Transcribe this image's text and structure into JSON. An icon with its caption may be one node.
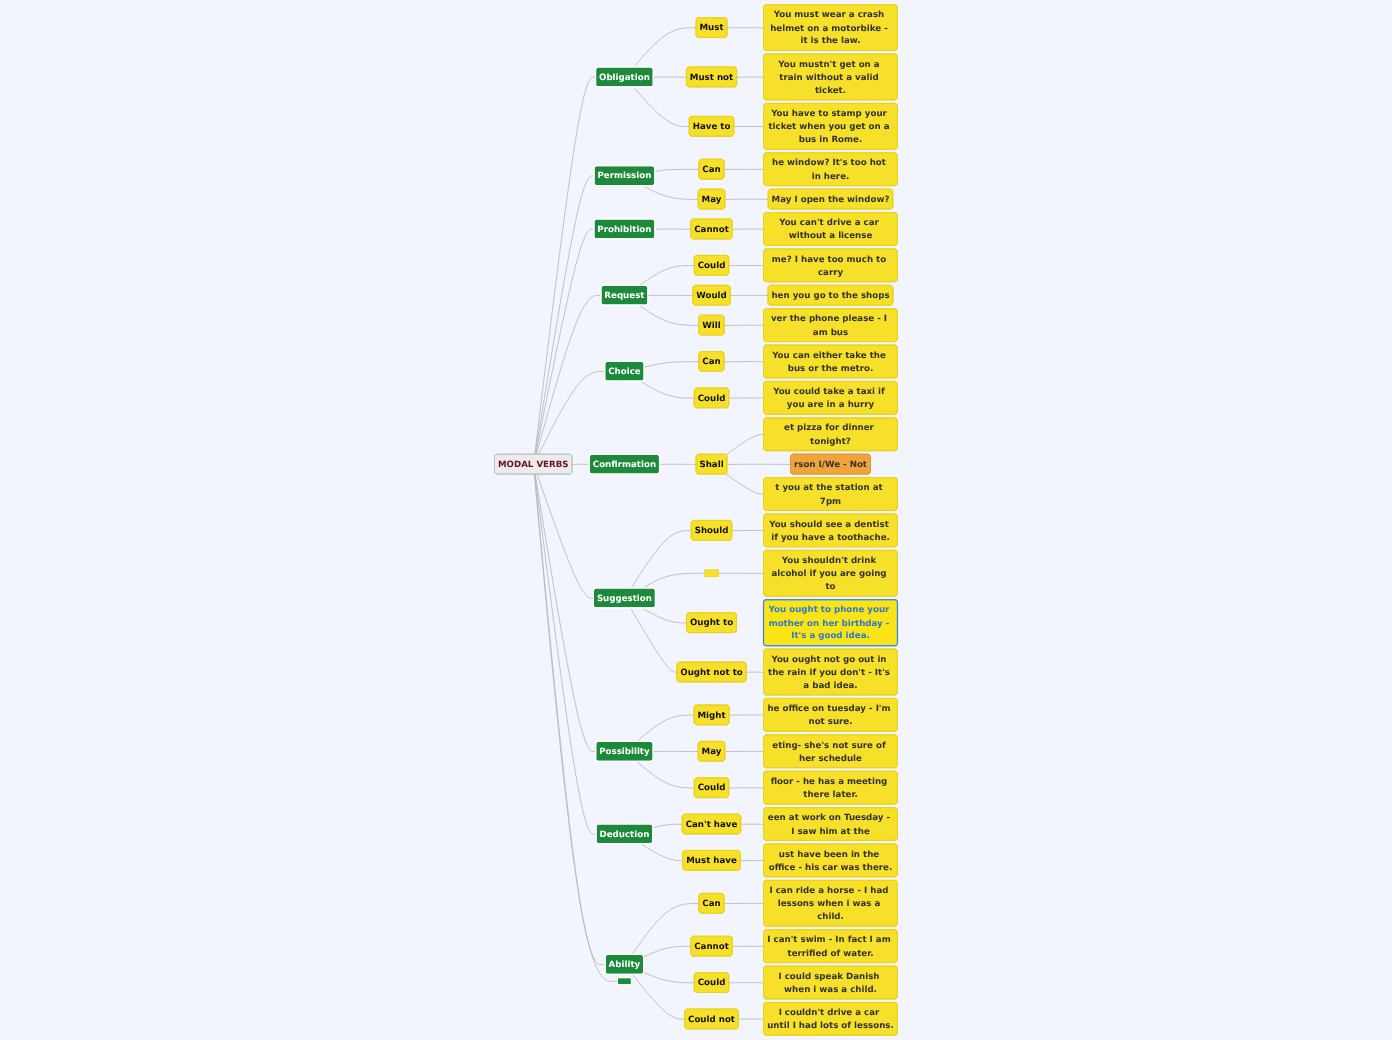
{
  "diagram": {
    "nodes": [
      {
        "text": [
          "MODAL VERBS"
        ]
      },
      {
        "text": [
          "Obligation"
        ]
      },
      {
        "text": [
          "Must"
        ]
      },
      {
        "text": [
          "You must wear a crash helmet on a motorbike - it is the law."
        ]
      },
      {
        "text": [
          "Must not"
        ]
      },
      {
        "text": [
          "You mustn't get on a train without a valid ticket."
        ]
      },
      {
        "text": [
          "Have to"
        ]
      },
      {
        "text": [
          "You have to stamp your ticket when you get on a bus in Rome."
        ]
      },
      {
        "text": [
          "Permission"
        ]
      },
      {
        "text": [
          "Can"
        ]
      },
      {
        "text": [
          "he window? It's too hot in here."
        ]
      },
      {
        "text": [
          "May"
        ]
      },
      {
        "text": [
          "May I open the window?"
        ]
      },
      {
        "text": [
          "Prohibition"
        ]
      },
      {
        "text": [
          "Cannot"
        ]
      },
      {
        "text": [
          "You can't drive a car without a license"
        ]
      },
      {
        "text": [
          "Request"
        ]
      },
      {
        "text": [
          "Could"
        ]
      },
      {
        "text": [
          "me? I have too much to carry"
        ]
      },
      {
        "text": [
          "Would"
        ]
      },
      {
        "text": [
          "hen you go to the shops"
        ]
      },
      {
        "text": [
          "Will"
        ]
      },
      {
        "text": [
          "ver the phone please - I am bus"
        ]
      },
      {
        "text": [
          "Choice"
        ]
      },
      {
        "text": [
          "Can"
        ]
      },
      {
        "text": [
          "You can either take the bus or the metro."
        ]
      },
      {
        "text": [
          "Could"
        ]
      },
      {
        "text": [
          "You could take a taxi if you are in a hurry"
        ]
      },
      {
        "text": [
          "Confirmation"
        ]
      },
      {
        "text": [
          "Shall"
        ]
      },
      {
        "text": [
          "et pizza for dinner tonight?"
        ]
      },
      {
        "text": [
          "rson I/We - Not"
        ]
      },
      {
        "text": [
          "t you at the station at 7pm"
        ]
      },
      {
        "text": [
          "Suggestion"
        ]
      },
      {
        "text": [
          "Should"
        ]
      },
      {
        "text": [
          "You should see a dentist if you have a toothache."
        ]
      },
      {
        "text": [],
        "shape": "box"
      },
      {
        "text": [
          "You shouldn't drink alcohol if you are going to"
        ]
      },
      {
        "text": [
          "Ought to"
        ]
      },
      {
        "text": [
          "Ought not to"
        ]
      },
      {
        "text": [
          "You ought not go out in the rain if you don't - It's a bad idea."
        ]
      },
      {
        "text": [
          "You ought to phone your mother on her birthday - It's a good idea."
        ]
      },
      {
        "text": [
          "Possibility"
        ]
      },
      {
        "text": [
          "Might"
        ]
      },
      {
        "text": [
          "he office on tuesday - I'm not sure."
        ]
      },
      {
        "text": [
          "May"
        ]
      },
      {
        "text": [
          "eting- she's not sure of her schedule"
        ]
      },
      {
        "text": [
          "Could"
        ]
      },
      {
        "text": [
          "floor - he has a meeting there later."
        ]
      },
      {
        "text": [
          "Deduction"
        ]
      },
      {
        "text": [
          "Can't have"
        ]
      },
      {
        "text": [
          "een at work on Tuesday - I saw him at the"
        ]
      },
      {
        "text": [
          "Must have"
        ]
      },
      {
        "text": [
          "ust have been in the office - his car was there."
        ]
      },
      {
        "text": [
          "Ability"
        ]
      },
      {
        "text": [
          "Can"
        ]
      },
      {
        "text": [
          "I can ride a horse - I had lessons when i was a child."
        ]
      },
      {
        "text": [
          "Cannot"
        ]
      },
      {
        "text": [
          "I can't swim - In fact I am terrified of water."
        ]
      },
      {
        "text": [
          "Could"
        ]
      },
      {
        "text": [
          "I could speak Danish when i was a child."
        ]
      },
      {
        "text": [
          "Could not"
        ]
      },
      {
        "text": [
          "I couldn't drive a car until I had lots of lessons."
        ]
      },
      {
        "text": [],
        "shape": "box"
      }
    ],
    "edges": [
      {
        "from": 0,
        "to": 1,
        "arrow": "none"
      },
      {
        "from": 1,
        "to": 2,
        "arrow": "none"
      },
      {
        "from": 2,
        "to": 3,
        "arrow": "none"
      },
      {
        "from": 1,
        "to": 4,
        "arrow": "none"
      },
      {
        "from": 4,
        "to": 5,
        "arrow": "none"
      },
      {
        "from": 1,
        "to": 6,
        "arrow": "none"
      },
      {
        "from": 6,
        "to": 7,
        "arrow": "none"
      },
      {
        "from": 0,
        "to": 8,
        "arrow": "none"
      },
      {
        "from": 8,
        "to": 9,
        "arrow": "none"
      },
      {
        "from": 9,
        "to": 10,
        "arrow": "none"
      },
      {
        "from": 8,
        "to": 11,
        "arrow": "none"
      },
      {
        "from": 11,
        "to": 12,
        "arrow": "none"
      },
      {
        "from": 0,
        "to": 13,
        "arrow": "none"
      },
      {
        "from": 13,
        "to": 14,
        "arrow": "none"
      },
      {
        "from": 14,
        "to": 15,
        "arrow": "none"
      },
      {
        "from": 0,
        "to": 16,
        "arrow": "none"
      },
      {
        "from": 16,
        "to": 17,
        "arrow": "none"
      },
      {
        "from": 17,
        "to": 18,
        "arrow": "none"
      },
      {
        "from": 16,
        "to": 19,
        "arrow": "none"
      },
      {
        "from": 19,
        "to": 20,
        "arrow": "none"
      },
      {
        "from": 16,
        "to": 21,
        "arrow": "none"
      },
      {
        "from": 21,
        "to": 22,
        "arrow": "none"
      },
      {
        "from": 0,
        "to": 23,
        "arrow": "none"
      },
      {
        "from": 23,
        "to": 24,
        "arrow": "none"
      },
      {
        "from": 24,
        "to": 25,
        "arrow": "none"
      },
      {
        "from": 23,
        "to": 26,
        "arrow": "none"
      },
      {
        "from": 26,
        "to": 27,
        "arrow": "none"
      },
      {
        "from": 0,
        "to": 28,
        "arrow": "none"
      },
      {
        "from": 28,
        "to": 29,
        "arrow": "none"
      },
      {
        "from": 29,
        "to": 30,
        "arrow": "none"
      },
      {
        "from": 29,
        "to": 31,
        "arrow": "none"
      },
      {
        "from": 29,
        "to": 32,
        "arrow": "none"
      },
      {
        "from": 0,
        "to": 33,
        "arrow": "none"
      },
      {
        "from": 33,
        "to": 34,
        "arrow": "none"
      },
      {
        "from": 34,
        "to": 35,
        "arrow": "none"
      },
      {
        "from": 33,
        "to": 36,
        "arrow": "none"
      },
      {
        "from": 36,
        "to": 37,
        "arrow": "none"
      },
      {
        "from": 33,
        "to": 38,
        "arrow": "none"
      },
      {
        "from": 33,
        "to": 39,
        "arrow": "none"
      },
      {
        "from": 39,
        "to": 40,
        "arrow": "none"
      },
      {
        "from": 0,
        "to": 42,
        "arrow": "none"
      },
      {
        "from": 42,
        "to": 43,
        "arrow": "none"
      },
      {
        "from": 43,
        "to": 44,
        "arrow": "none"
      },
      {
        "from": 42,
        "to": 45,
        "arrow": "none"
      },
      {
        "from": 45,
        "to": 46,
        "arrow": "none"
      },
      {
        "from": 42,
        "to": 47,
        "arrow": "none"
      },
      {
        "from": 47,
        "to": 48,
        "arrow": "none"
      },
      {
        "from": 0,
        "to": 49,
        "arrow": "none"
      },
      {
        "from": 49,
        "to": 50,
        "arrow": "none"
      },
      {
        "from": 50,
        "to": 51,
        "arrow": "none"
      },
      {
        "from": 49,
        "to": 52,
        "arrow": "none"
      },
      {
        "from": 52,
        "to": 53,
        "arrow": "none"
      },
      {
        "from": 0,
        "to": 54,
        "arrow": "none"
      },
      {
        "from": 54,
        "to": 55,
        "arrow": "none"
      },
      {
        "from": 55,
        "to": 56,
        "arrow": "none"
      },
      {
        "from": 54,
        "to": 57,
        "arrow": "none"
      },
      {
        "from": 57,
        "to": 58,
        "arrow": "none"
      },
      {
        "from": 54,
        "to": 59,
        "arrow": "none"
      },
      {
        "from": 59,
        "to": 60,
        "arrow": "none"
      },
      {
        "from": 54,
        "to": 61,
        "arrow": "none"
      },
      {
        "from": 61,
        "to": 62,
        "arrow": "none"
      },
      {
        "from": 0,
        "to": 63,
        "arrow": "none"
      }
    ]
  }
}
